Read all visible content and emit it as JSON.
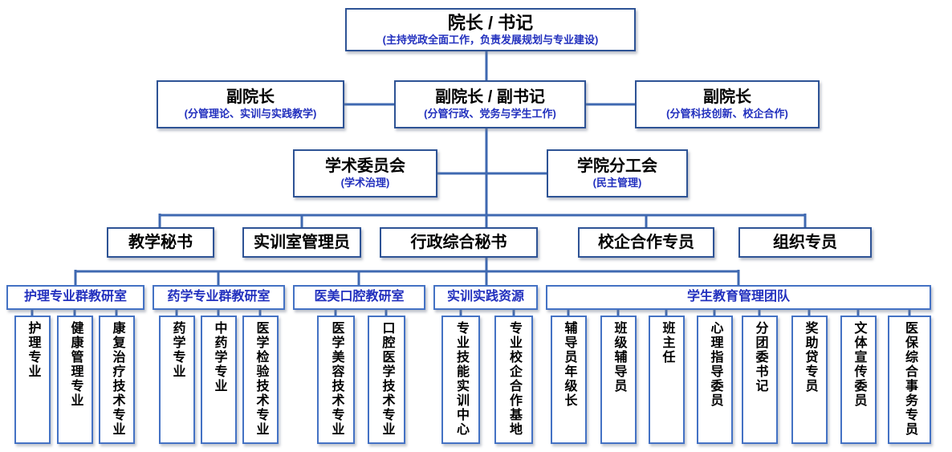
{
  "colors": {
    "line": "#3f69b1",
    "border-dark": "#2e5395",
    "border-light": "#4472c4",
    "blue-text": "#2230be",
    "title-text": "#000000",
    "box-bg": "#ffffff"
  },
  "org": {
    "level1": {
      "title": "院长 / 书记",
      "subtitle": "(主持党政全面工作，负责发展规划与专业建设)"
    },
    "level2": [
      {
        "title": "副院长",
        "subtitle": "(分管理论、实训与实践教学)"
      },
      {
        "title": "副院长 / 副书记",
        "subtitle": "(分管行政、党务与学生工作)"
      },
      {
        "title": "副院长",
        "subtitle": "(分管科技创新、校企合作)"
      }
    ],
    "level3": [
      {
        "title": "学术委员会",
        "subtitle": "(学术治理)"
      },
      {
        "title": "学院分工会",
        "subtitle": "(民主管理)"
      }
    ],
    "level4": [
      "教学秘书",
      "实训室管理员",
      "行政综合秘书",
      "校企合作专员",
      "组织专员"
    ],
    "groups": [
      {
        "title": "护理专业群教研室",
        "children": [
          "护理专业",
          "健康管理专业",
          "康复治疗技术专业"
        ]
      },
      {
        "title": "药学专业群教研室",
        "children": [
          "药学专业",
          "中药学专业",
          "医学检验技术专业"
        ]
      },
      {
        "title": "医美口腔教研室",
        "children": [
          "医学美容技术专业",
          "口腔医学技术专业"
        ]
      },
      {
        "title": "实训实践资源",
        "children": [
          "专业技能实训中心",
          "专业校企合作基地"
        ]
      },
      {
        "title": "学生教育管理团队",
        "children": [
          "辅导员年级长",
          "班级辅导员",
          "班主任",
          "心理指导委员",
          "分团委书记",
          "奖助贷专员",
          "文体宣传委员",
          "医保综合事务专员"
        ]
      }
    ]
  }
}
